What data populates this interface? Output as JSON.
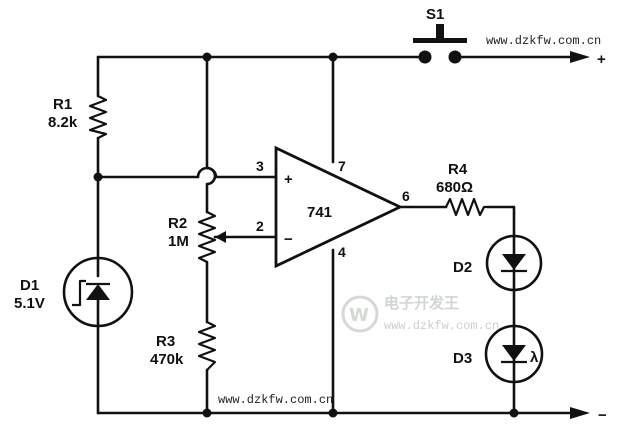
{
  "watermark_top": "www.dzkfw.com.cn",
  "watermark_bottom": "www.dzkfw.com.cn",
  "watermark_center_cn": "电子开发王",
  "watermark_center_url": "www.dzkfw.com.cn",
  "opamp": {
    "name": "741",
    "pin_noninv": "3",
    "pin_inv": "2",
    "pin_vplus": "7",
    "pin_vminus": "4",
    "pin_out": "6",
    "sign_plus": "+",
    "sign_minus": "−"
  },
  "components": {
    "s1": {
      "ref": "S1"
    },
    "r1": {
      "ref": "R1",
      "value": "8.2k"
    },
    "r2": {
      "ref": "R2",
      "value": "1M"
    },
    "r3": {
      "ref": "R3",
      "value": "470k"
    },
    "r4": {
      "ref": "R4",
      "value": "680Ω"
    },
    "d1": {
      "ref": "D1",
      "value": "5.1V"
    },
    "d2": {
      "ref": "D2"
    },
    "d3": {
      "ref": "D3",
      "symbol": "λ"
    }
  },
  "terminals": {
    "positive": "+",
    "negative": "−"
  }
}
